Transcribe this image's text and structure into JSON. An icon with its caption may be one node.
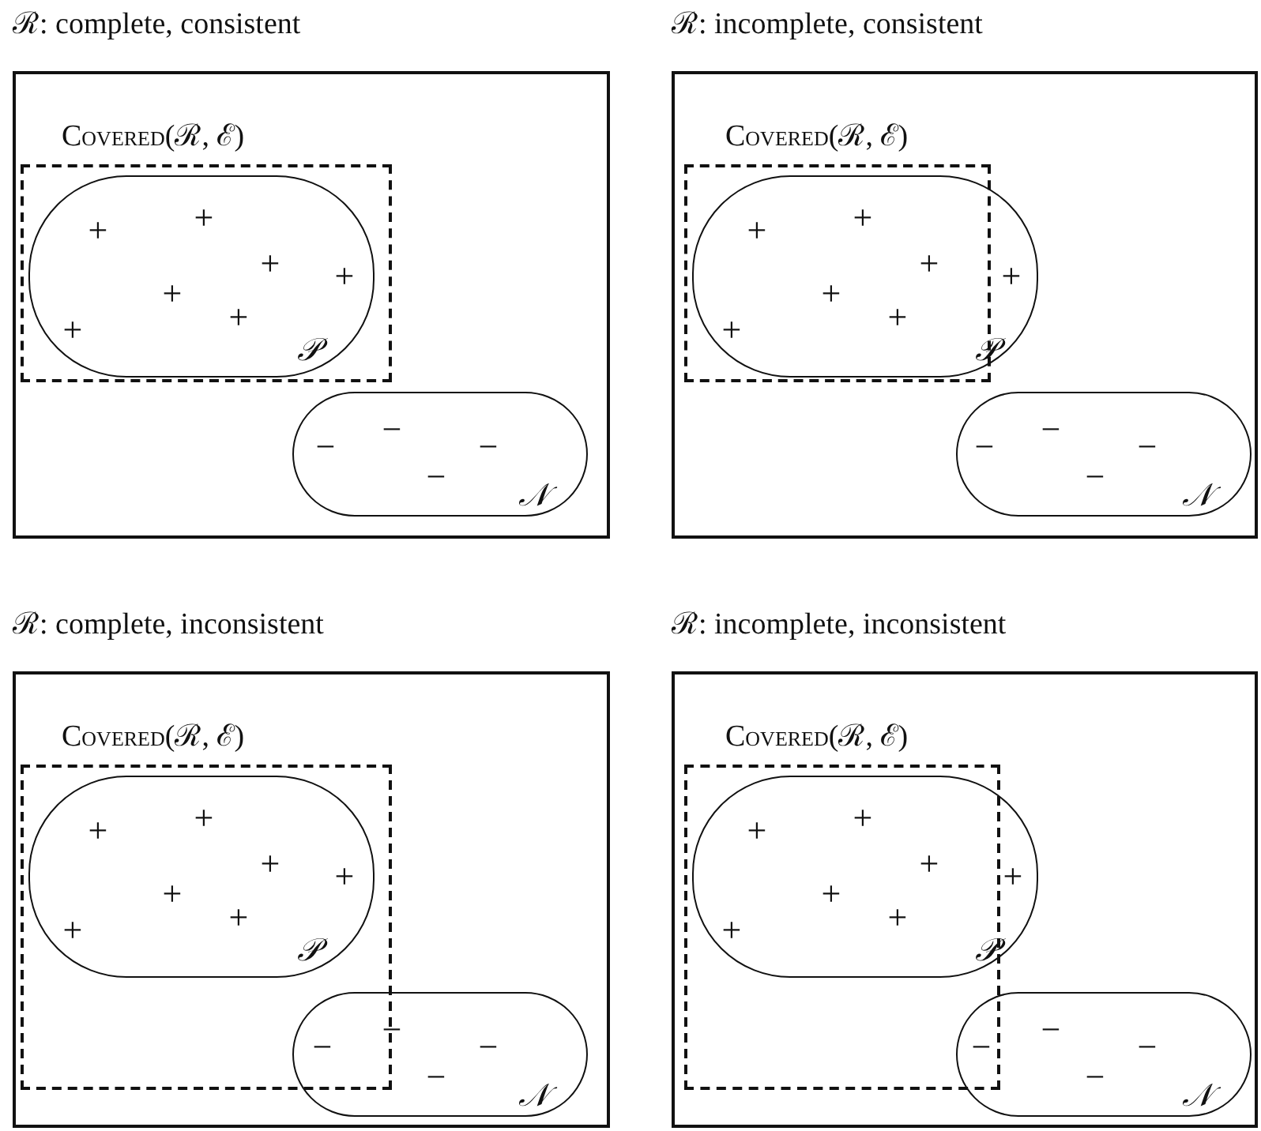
{
  "diagram": {
    "nodes": [
      {
        "text": [
          "ℛ: complete, consistent"
        ]
      },
      {
        "text": [
          "Covered(ℛ, ℰ)"
        ],
        "in": 0
      },
      {
        "text": [
          "𝒫"
        ],
        "in": 1
      },
      {
        "text": [
          "𝒩"
        ],
        "in": 0
      },
      {
        "text": [
          "ℛ: incomplete, consistent"
        ]
      },
      {
        "text": [
          "Covered(ℛ, ℰ)"
        ],
        "in": 4
      },
      {
        "text": [
          "𝒫"
        ],
        "in": 4
      },
      {
        "text": [
          "𝒩"
        ],
        "in": 4
      },
      {
        "text": [
          "ℛ: complete, inconsistent"
        ]
      },
      {
        "text": [
          "Covered(ℛ, ℰ)"
        ],
        "in": 8
      },
      {
        "text": [
          "𝒫"
        ],
        "in": 9
      },
      {
        "text": [
          "𝒩"
        ],
        "in": 8
      },
      {
        "text": [
          "ℛ: incomplete, inconsistent"
        ]
      },
      {
        "text": [
          "Covered(ℛ, ℰ)"
        ],
        "in": 12
      },
      {
        "text": [
          "𝒫"
        ],
        "in": 12
      },
      {
        "text": [
          "𝒩"
        ],
        "in": 12
      }
    ],
    "labels": [
      "+",
      "+",
      "+",
      "+",
      "+",
      "+",
      "+",
      "−",
      "−",
      "−",
      "−",
      "+",
      "+",
      "+",
      "+",
      "+",
      "+",
      "+",
      "−",
      "−",
      "−",
      "−",
      "+",
      "+",
      "+",
      "+",
      "+",
      "+",
      "+",
      "−",
      "−",
      "−",
      "−",
      "+",
      "+",
      "+",
      "+",
      "+",
      "+",
      "+",
      "−",
      "−",
      "−",
      "−"
    ]
  }
}
